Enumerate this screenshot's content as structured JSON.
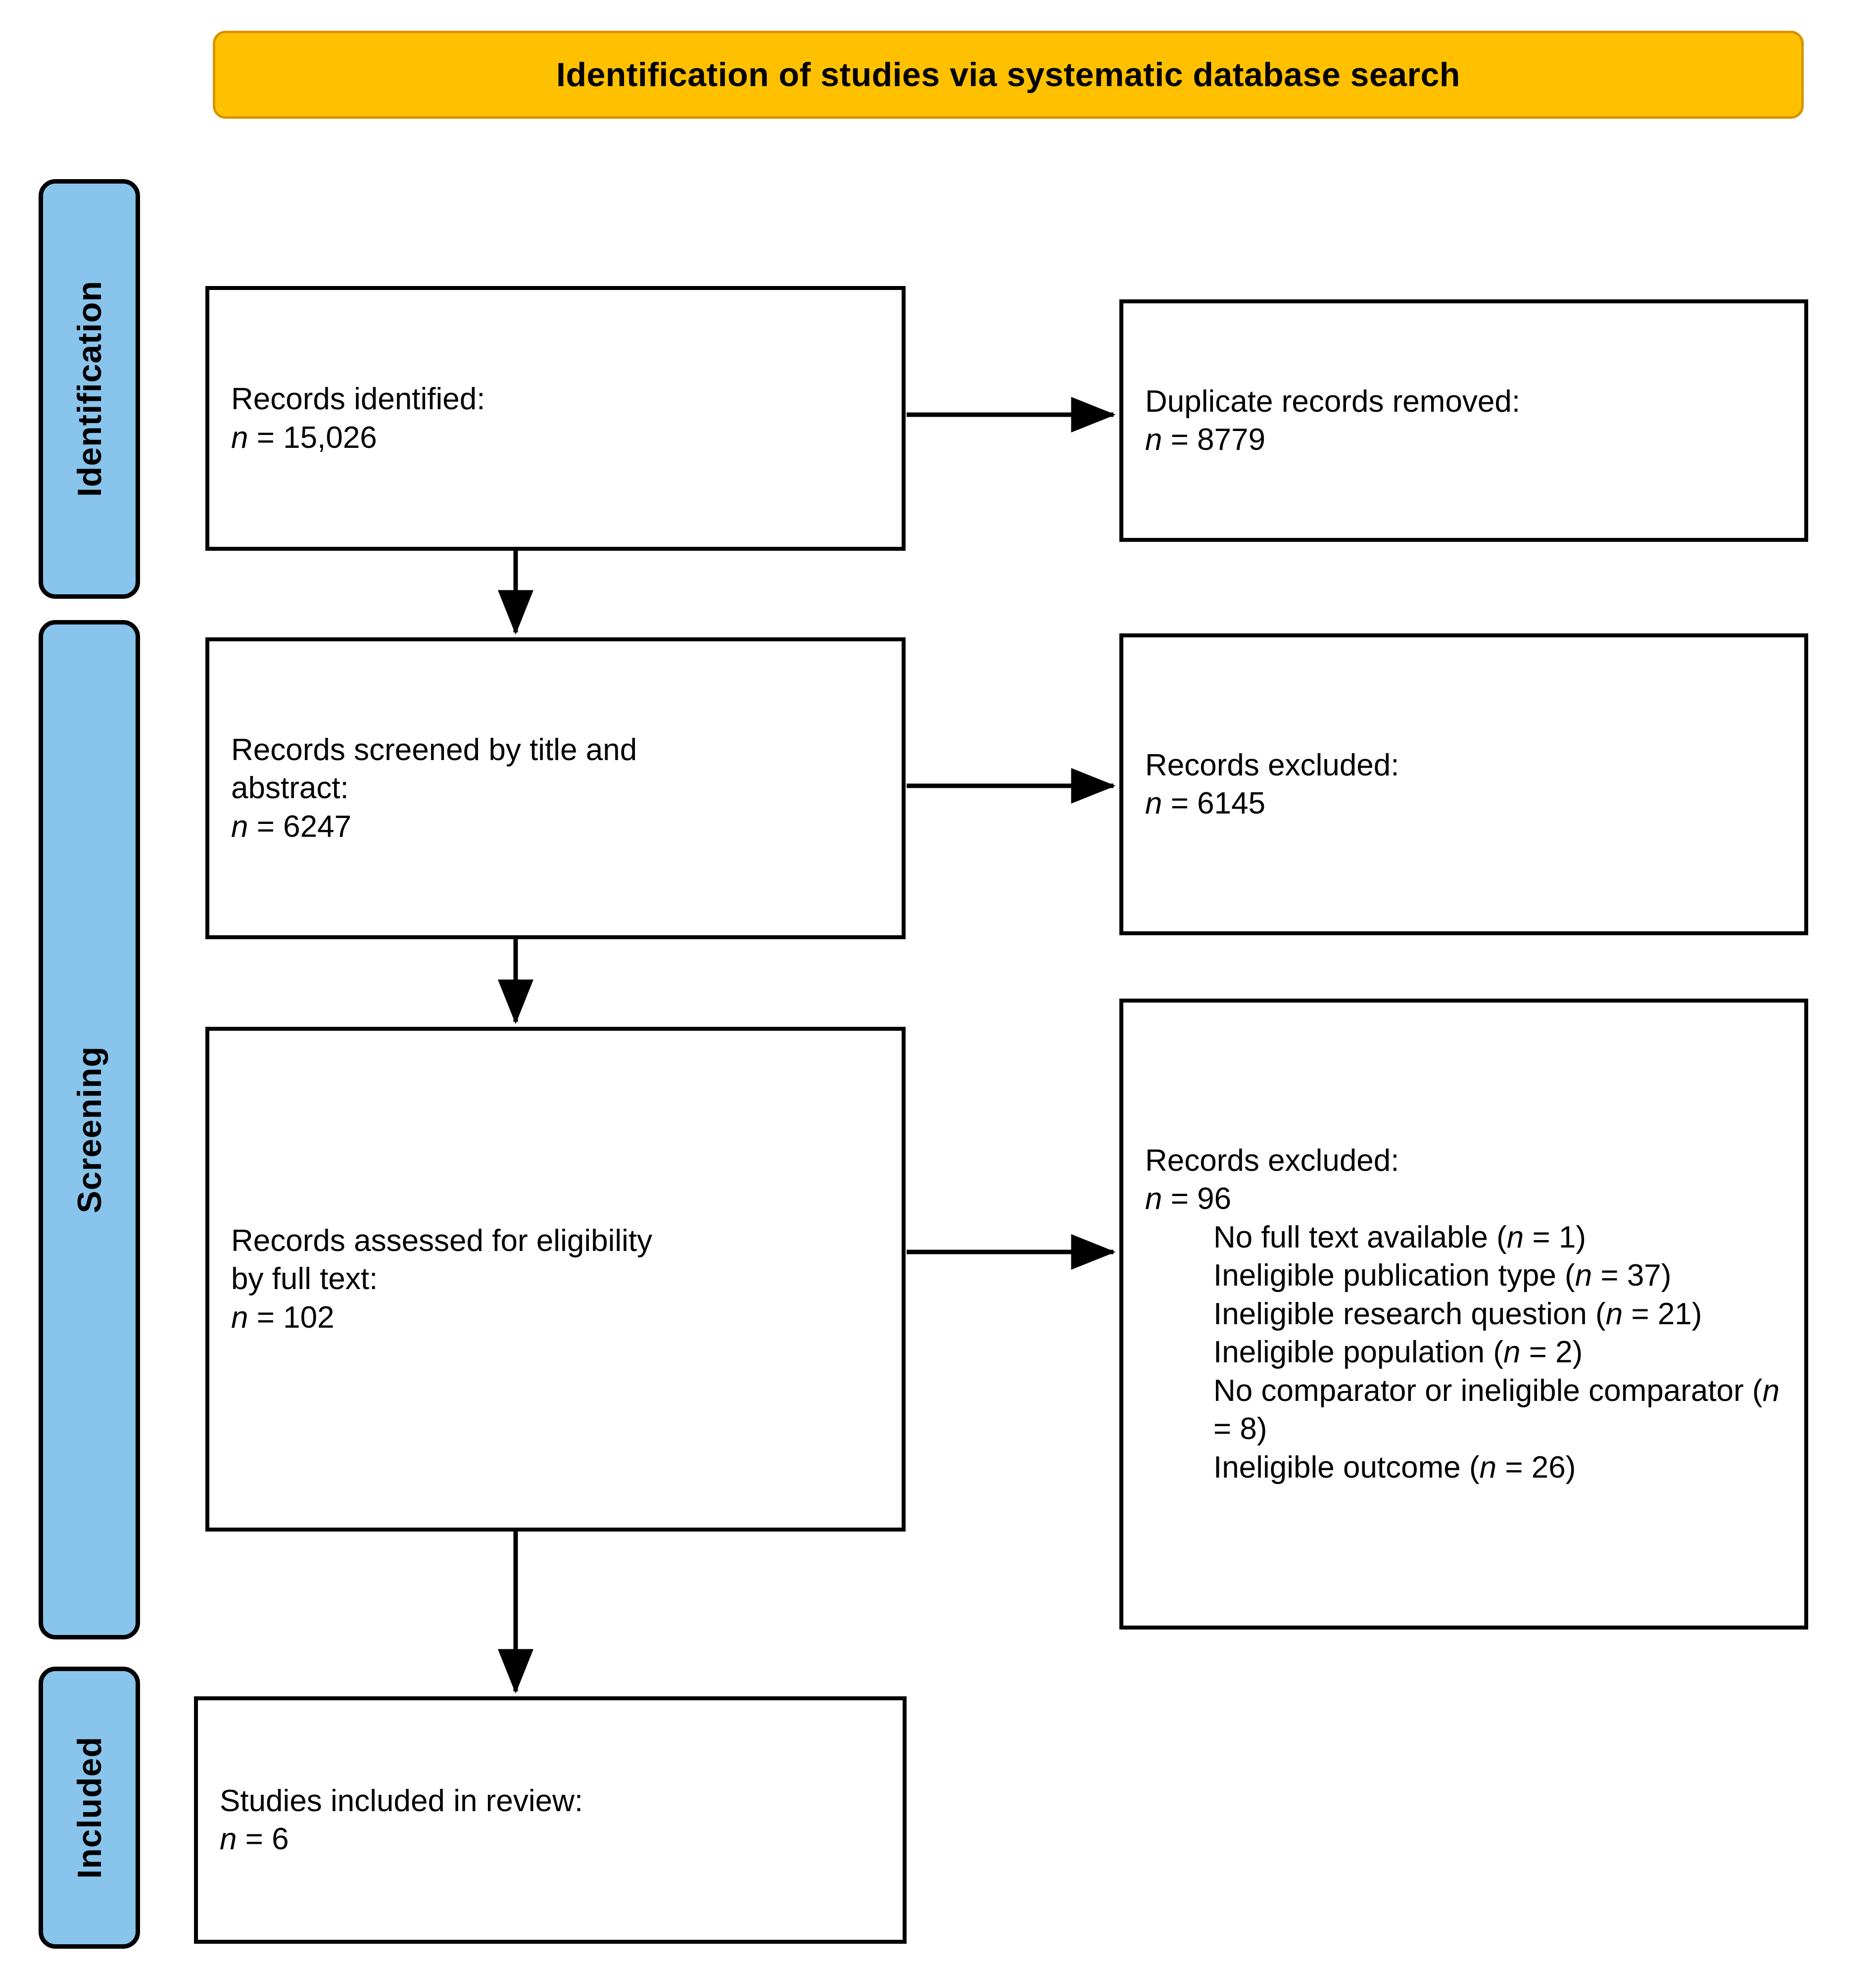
{
  "banner": {
    "title": "Identification of studies via systematic database search",
    "fill_color": "#FFC000",
    "text_color": "#000000"
  },
  "stages": [
    {
      "id": "identification",
      "label": "Identification",
      "fill_color": "#88C4EC"
    },
    {
      "id": "screening",
      "label": "Screening",
      "fill_color": "#88C4EC"
    },
    {
      "id": "included",
      "label": "Included",
      "fill_color": "#88C4EC"
    }
  ],
  "boxes": {
    "identified": {
      "line1": "Records identified:",
      "n_symbol": "n",
      "eq": " = ",
      "count": "15,026"
    },
    "duplicates": {
      "line1": "Duplicate records removed:",
      "n_symbol": "n",
      "eq": " = ",
      "count": "8779"
    },
    "screened": {
      "line1": "Records screened by title and",
      "line2": "abstract:",
      "n_symbol": "n",
      "eq": " = ",
      "count": "6247"
    },
    "excluded_screening": {
      "line1": "Records excluded:",
      "n_symbol": "n",
      "eq": " = ",
      "count": "6145"
    },
    "assessed": {
      "line1": "Records assessed for eligibility",
      "line2": "by full text:",
      "n_symbol": "n",
      "eq": " = ",
      "count": "102"
    },
    "excluded_fulltext": {
      "line1": "Records excluded:",
      "n_symbol": "n",
      "eq": " = ",
      "count": "96",
      "reasons": [
        {
          "label": "No full text available",
          "n_symbol": "n",
          "count": "1"
        },
        {
          "label": "Ineligible publication type",
          "n_symbol": "n",
          "count": "37"
        },
        {
          "label": "Ineligible research question",
          "n_symbol": "n",
          "count": "21"
        },
        {
          "label": "Ineligible population",
          "n_symbol": "n",
          "count": "2"
        },
        {
          "label": "No comparator or ineligible comparator",
          "n_symbol": "n",
          "count": "8"
        },
        {
          "label": "Ineligible outcome",
          "n_symbol": "n",
          "count": "26"
        }
      ]
    },
    "included": {
      "line1": "Studies included in review:",
      "n_symbol": "n",
      "eq": " = ",
      "count": "6"
    }
  },
  "flow": {
    "type": "prisma-flow-diagram",
    "arrows": [
      {
        "from": "identified",
        "to": "duplicates",
        "direction": "right"
      },
      {
        "from": "identified",
        "to": "screened",
        "direction": "down"
      },
      {
        "from": "screened",
        "to": "excluded_screening",
        "direction": "right"
      },
      {
        "from": "screened",
        "to": "assessed",
        "direction": "down"
      },
      {
        "from": "assessed",
        "to": "excluded_fulltext",
        "direction": "right"
      },
      {
        "from": "assessed",
        "to": "included",
        "direction": "down"
      }
    ]
  }
}
